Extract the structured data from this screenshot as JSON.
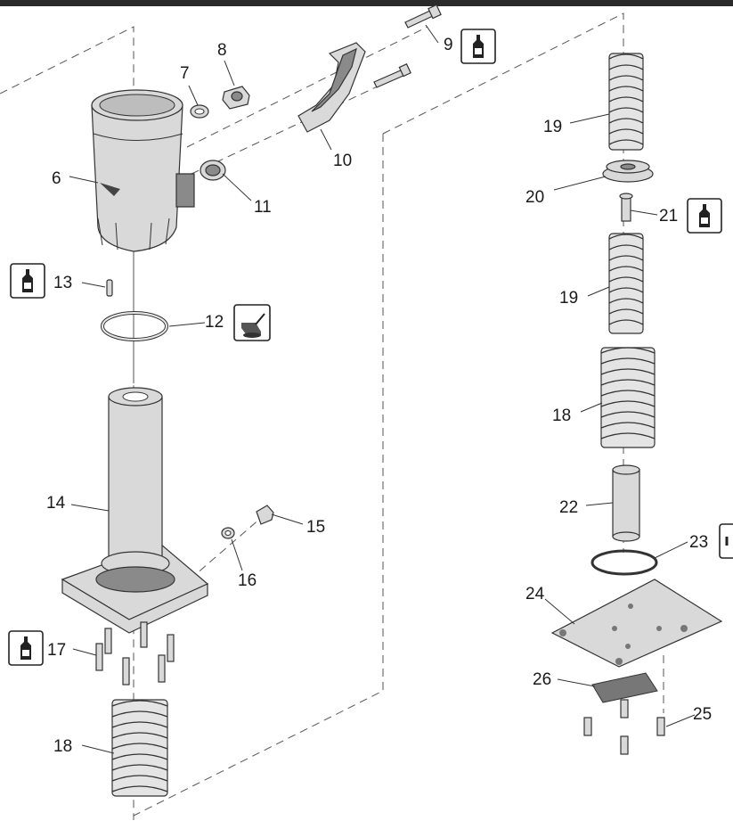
{
  "callouts": {
    "p6": "6",
    "p7": "7",
    "p8": "8",
    "p9": "9",
    "p10": "10",
    "p11": "11",
    "p12": "12",
    "p13": "13",
    "p14": "14",
    "p15": "15",
    "p16": "16",
    "p17": "17",
    "p18a": "18",
    "p18b": "18",
    "p19a": "19",
    "p19b": "19",
    "p20": "20",
    "p21": "21",
    "p22": "22",
    "p23": "23",
    "p24": "24",
    "p25": "25",
    "p26": "26"
  },
  "icons": {
    "threadlocker": "threadlocker-bottle-icon",
    "grease": "grease-oil-can-icon"
  }
}
